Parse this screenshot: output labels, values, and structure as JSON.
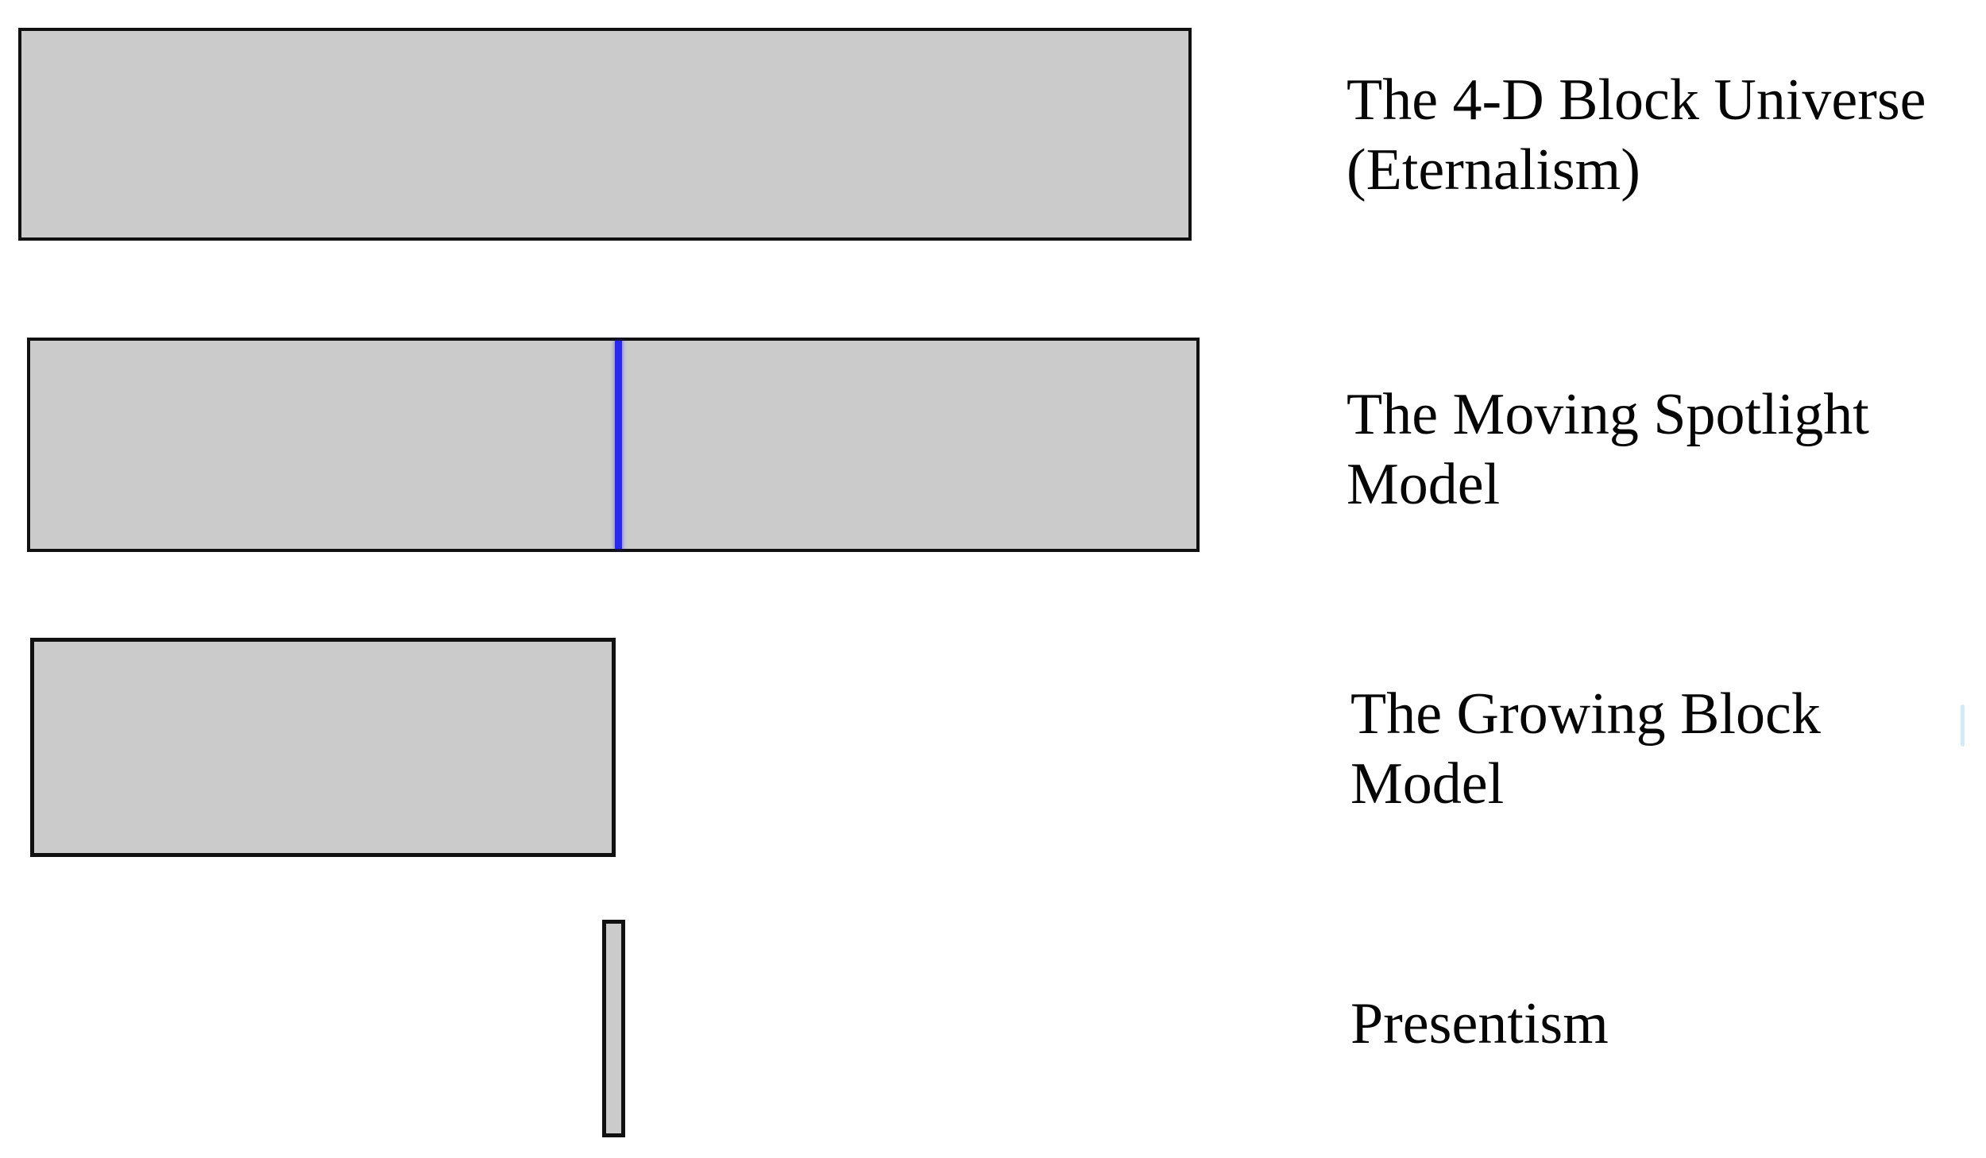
{
  "diagram": {
    "rows": [
      {
        "name": "eternalism",
        "lines": [
          "The 4-D Block Universe",
          "(Eternalism)"
        ]
      },
      {
        "name": "moving-spotlight",
        "lines": [
          "The Moving Spotlight",
          "Model"
        ]
      },
      {
        "name": "growing-block",
        "lines": [
          "The Growing Block",
          "Model"
        ]
      },
      {
        "name": "presentism",
        "lines": [
          "Presentism"
        ]
      }
    ],
    "colors": {
      "bar_fill": "#cbcbcb",
      "bar_border": "#111111",
      "present_line": "#2828f0",
      "edge_artifact": "#c9e9f7"
    }
  }
}
